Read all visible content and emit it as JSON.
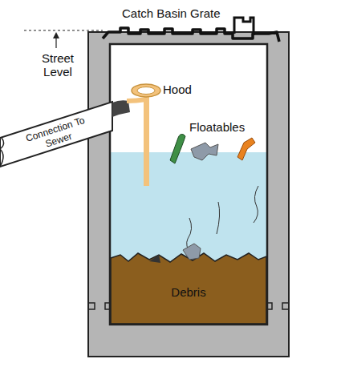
{
  "diagram": {
    "labels": [
      "Catch Basin Grate",
      "Street Level",
      "Hood",
      "Floatables",
      "Connection To Sewer",
      "Debris"
    ]
  }
}
